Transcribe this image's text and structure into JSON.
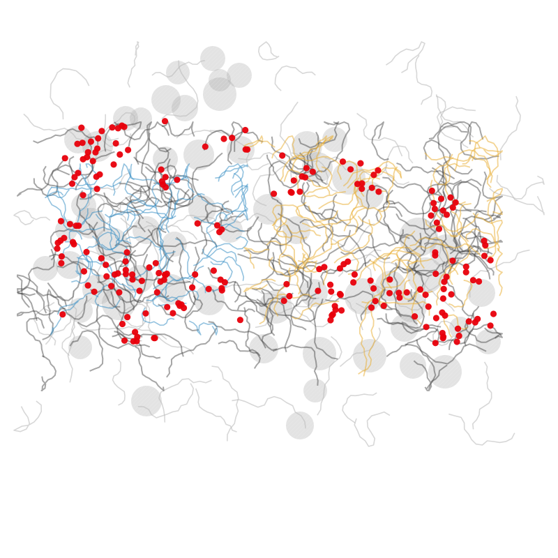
{
  "figure": {
    "background": "#ffffff",
    "colors": {
      "blob": "#9a9a9a",
      "trace_gray": "#3a3a3a",
      "trace_light": "#bdbdbd",
      "trace_blue": "#3a8fc4",
      "trace_orange": "#eab03a",
      "point": "#e8000b"
    },
    "layers": [
      "spheres",
      "gray-traces",
      "blue-traces",
      "orange-traces",
      "red-points"
    ]
  }
}
